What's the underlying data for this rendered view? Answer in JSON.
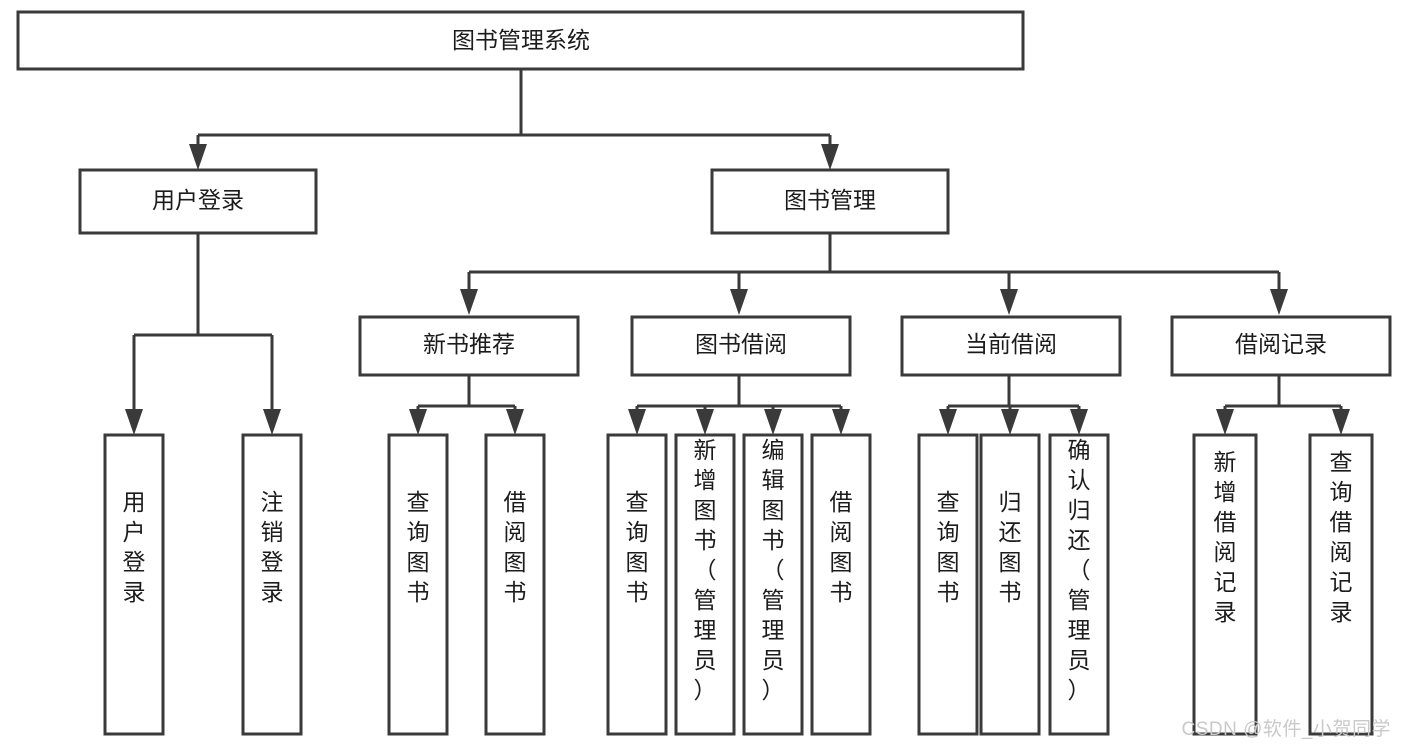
{
  "diagram": {
    "title": "图书管理系统",
    "type": "tree",
    "orientation": "top-down",
    "style": {
      "box_fill": "#ffffff",
      "box_stroke": "#3a3a3a",
      "connector_color": "#3a3a3a",
      "text_color": "#1c1c1c",
      "background": "#ffffff"
    },
    "nodes": {
      "root": {
        "label": "图书管理系统",
        "level": 0,
        "orientation": "horizontal"
      },
      "level1": [
        {
          "id": "user-login",
          "label": "用户登录",
          "orientation": "horizontal"
        },
        {
          "id": "book-management",
          "label": "图书管理",
          "orientation": "horizontal"
        }
      ],
      "level2": [
        {
          "id": "new-book-recommend",
          "label": "新书推荐",
          "parent": "book-management",
          "orientation": "horizontal"
        },
        {
          "id": "book-borrow",
          "label": "图书借阅",
          "parent": "book-management",
          "orientation": "horizontal"
        },
        {
          "id": "current-borrow",
          "label": "当前借阅",
          "parent": "book-management",
          "orientation": "horizontal"
        },
        {
          "id": "borrow-record",
          "label": "借阅记录",
          "parent": "book-management",
          "orientation": "horizontal"
        }
      ],
      "leaves": [
        {
          "id": "leaf-user-login",
          "label": "用户登录",
          "parent": "user-login",
          "orientation": "vertical"
        },
        {
          "id": "leaf-logout-login",
          "label": "注销登录",
          "parent": "user-login",
          "orientation": "vertical"
        },
        {
          "id": "leaf-query-book-1",
          "label": "查询图书",
          "parent": "new-book-recommend",
          "orientation": "vertical"
        },
        {
          "id": "leaf-borrow-book-1",
          "label": "借阅图书",
          "parent": "new-book-recommend",
          "orientation": "vertical"
        },
        {
          "id": "leaf-query-book-2",
          "label": "查询图书",
          "parent": "book-borrow",
          "orientation": "vertical"
        },
        {
          "id": "leaf-add-book",
          "label": "新增图书（管理员）",
          "parent": "book-borrow",
          "orientation": "vertical"
        },
        {
          "id": "leaf-edit-book",
          "label": "编辑图书（管理员）",
          "parent": "book-borrow",
          "orientation": "vertical"
        },
        {
          "id": "leaf-borrow-book-2",
          "label": "借阅图书",
          "parent": "book-borrow",
          "orientation": "vertical"
        },
        {
          "id": "leaf-query-book-3",
          "label": "查询图书",
          "parent": "current-borrow",
          "orientation": "vertical"
        },
        {
          "id": "leaf-return-book",
          "label": "归还图书",
          "parent": "current-borrow",
          "orientation": "vertical"
        },
        {
          "id": "leaf-confirm-return",
          "label": "确认归还（管理员）",
          "parent": "current-borrow",
          "orientation": "vertical"
        },
        {
          "id": "leaf-add-record",
          "label": "新增借阅记录",
          "parent": "borrow-record",
          "orientation": "vertical"
        },
        {
          "id": "leaf-query-record",
          "label": "查询借阅记录",
          "parent": "borrow-record",
          "orientation": "vertical"
        }
      ]
    },
    "watermark": "CSDN @软件_小贺同学"
  }
}
